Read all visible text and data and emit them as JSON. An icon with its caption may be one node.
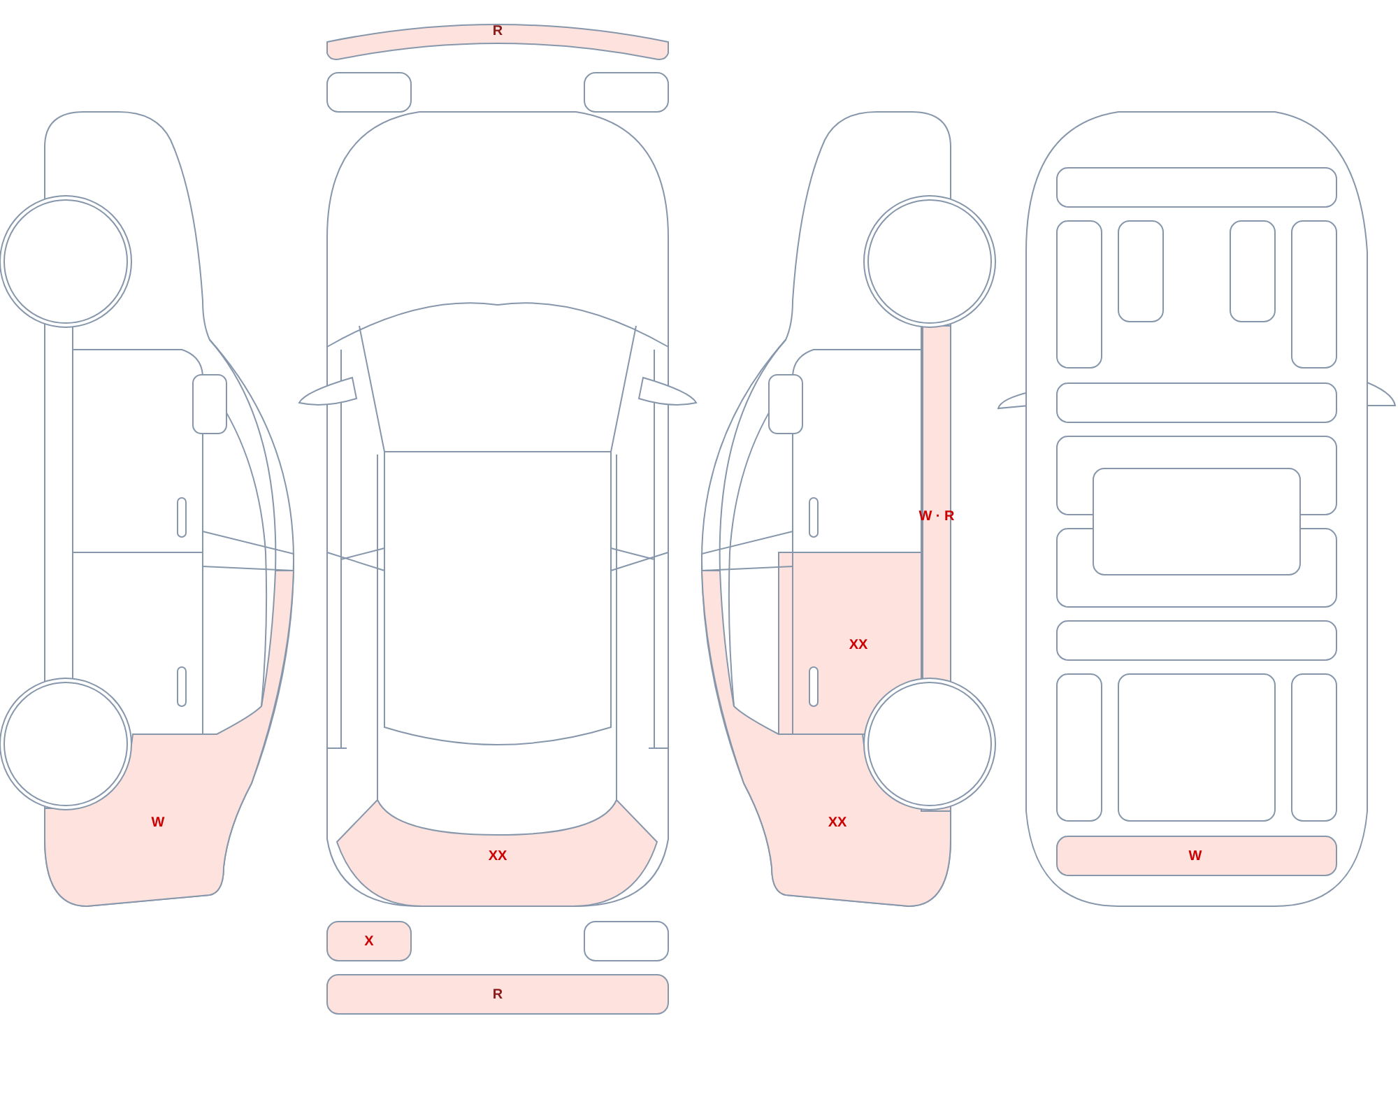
{
  "diagram": {
    "labels": [
      "R",
      "W · R",
      "XX",
      "W",
      "XX",
      "XX",
      "W",
      "X",
      "R"
    ]
  }
}
